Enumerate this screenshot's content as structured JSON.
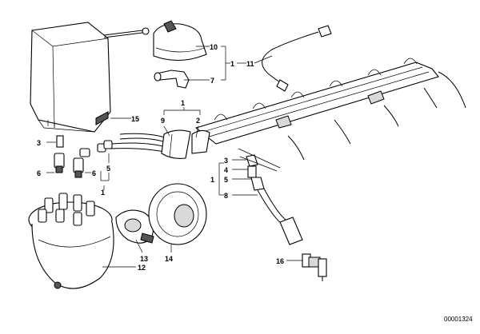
{
  "callouts": {
    "c1_top": "1",
    "c10": "10",
    "c1_right": "1",
    "c11": "11",
    "c7": "7",
    "c15": "15",
    "c9": "9",
    "c2": "2",
    "c3_left": "3",
    "c6_left": "6",
    "c6_mid": "6",
    "c5_left": "5",
    "c1_left": "1",
    "c3_right": "3",
    "c4": "4",
    "c1_mid": "1",
    "c5_right": "5",
    "c8": "8",
    "c13": "13",
    "c14": "14",
    "c12": "12",
    "c16": "16"
  },
  "reference_number": "00001324"
}
